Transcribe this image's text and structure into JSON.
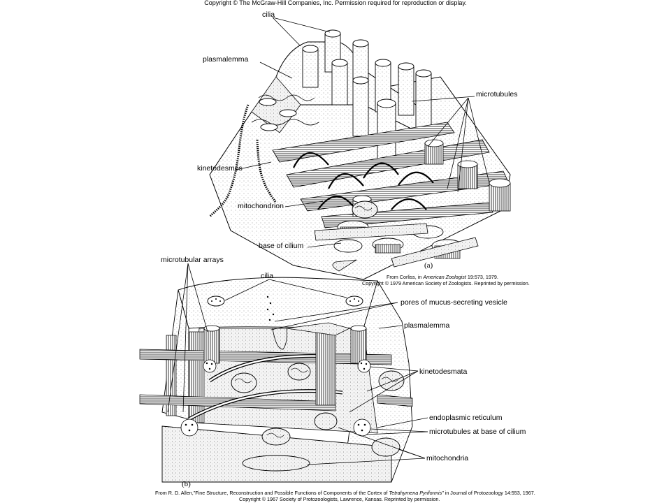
{
  "copyright_top": "Copyright © The McGraw-Hill Companies, Inc. Permission required for reproduction or display.",
  "panel_a": {
    "labels": {
      "cilia": "cilia",
      "plasmalemma": "plasmalemma",
      "microtubules": "microtubules",
      "kinetodesmos": "kinetodesmos",
      "mitochondrion": "mitochondrion",
      "base_of_cilium": "base of cilium"
    },
    "caption": "(a)",
    "credit_line1_pre": "From Corliss, in ",
    "credit_line1_italic": "American Zoologist",
    "credit_line1_post": " 19:573, 1979.",
    "credit_line2": "Copyright © 1979 American Society of Zoologists. Reprinted by permission."
  },
  "panel_b": {
    "labels": {
      "microtubular_arrays": "microtubular arrays",
      "cilia": "cilia",
      "pores": "pores of mucus-secreting vesicle",
      "plasmalemma": "plasmalemma",
      "kinetodesmata": "kinetodesmata",
      "endoplasmic_reticulum": "endoplasmic reticulum",
      "microtubules_base": "microtubules at base of cilium",
      "mitochondria": "mitochondria"
    },
    "caption": "(b)",
    "credit_line1_pre": "From R. D. Allen,\"Fine Structure, Reconstruction and Possible Functions of Components of the Cortex of  ",
    "credit_line1_italic": "Tetrahymena Pyriformis\"",
    "credit_line1_post": " in Journal of Protozoology 14:553, 1967.",
    "credit_line2": "Copyright © 1967 Society of Protozoologists, Lawrence, Kansas. Reprinted by permission."
  }
}
